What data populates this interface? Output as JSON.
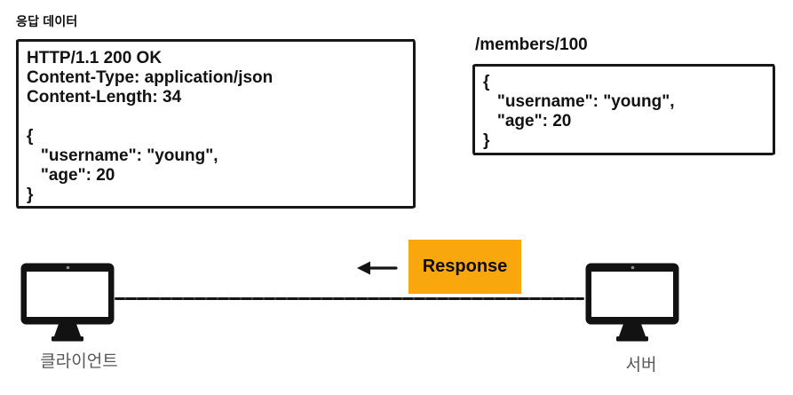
{
  "page": {
    "title": "응답 데이터"
  },
  "colors": {
    "accent_orange": "#FAA70E",
    "ink_black": "#141414",
    "node_label_gray": "#575757"
  },
  "response_panel": {
    "lines": [
      "HTTP/1.1 200 OK",
      "Content-Type: application/json",
      "Content-Length: 34",
      "",
      "{",
      "   \"username\": \"young\",",
      "   \"age\": 20",
      "}"
    ]
  },
  "request_panel": {
    "path_label": "/members/100",
    "lines": [
      "{",
      "   \"username\": \"young\",",
      "   \"age\": 20",
      "}"
    ]
  },
  "flow": {
    "message_label": "Response",
    "direction": "left"
  },
  "nodes": {
    "client_label": "클라이언트",
    "server_label": "서버"
  }
}
